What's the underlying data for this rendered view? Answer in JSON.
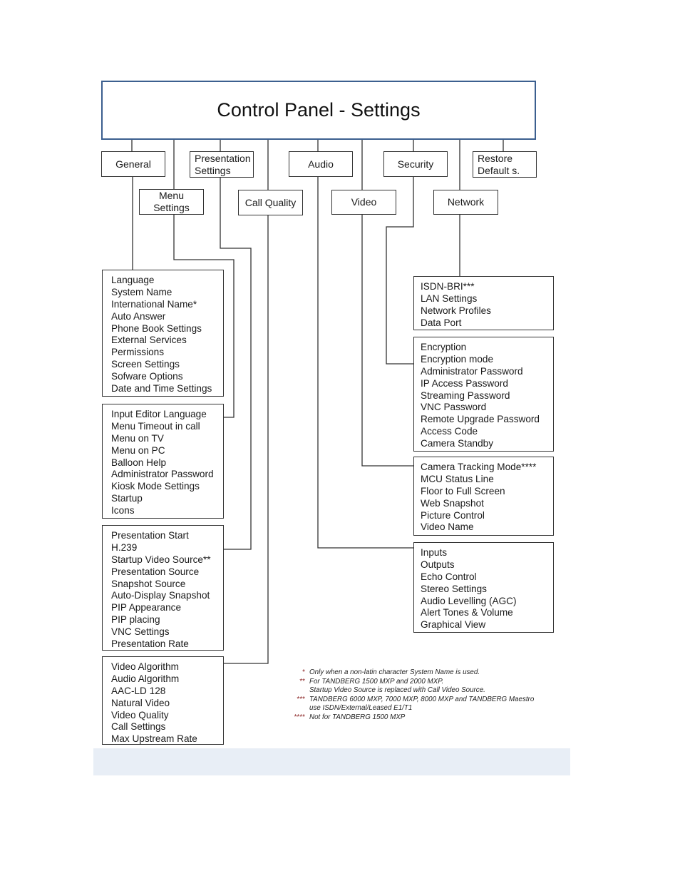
{
  "title": "Control Panel - Settings",
  "categories": {
    "general": "General",
    "presentation_settings": "Presentation Settings",
    "audio": "Audio",
    "security": "Security",
    "restore_defaults": "Restore Default s.",
    "menu_settings": "Menu Settings",
    "call_quality": "Call Quality",
    "video": "Video",
    "network": "Network"
  },
  "lists": {
    "general": [
      "Language",
      "System Name",
      "International Name*",
      "Auto Answer",
      "Phone Book Settings",
      "External Services",
      "Permissions",
      "Screen Settings",
      "Sofware Options",
      "Date and Time Settings"
    ],
    "menu_settings": [
      "Input Editor Language",
      "Menu Timeout in call",
      "Menu on TV",
      "Menu on PC",
      "Balloon Help",
      "Administrator Password",
      "Kiosk Mode Settings",
      "Startup",
      "Icons"
    ],
    "presentation": [
      "Presentation Start",
      "H.239",
      "Startup Video Source**",
      "Presentation Source",
      "Snapshot Source",
      "Auto-Display Snapshot",
      "PIP Appearance",
      "PIP placing",
      "VNC Settings",
      "Presentation Rate"
    ],
    "call_quality": [
      "Video Algorithm",
      "Audio Algorithm",
      "AAC-LD 128",
      "Natural Video",
      "Video Quality",
      "Call Settings",
      "Max Upstream Rate"
    ],
    "network": [
      "ISDN-BRI***",
      "LAN Settings",
      "Network Profiles",
      "Data Port"
    ],
    "security": [
      "Encryption",
      "Encryption mode",
      "Administrator Password",
      "IP Access Password",
      "Streaming Password",
      "VNC Password",
      "Remote Upgrade Password",
      "Access Code",
      "Camera Standby"
    ],
    "video": [
      "Camera Tracking Mode****",
      "MCU Status Line",
      "Floor to Full Screen",
      "Web Snapshot",
      "Picture Control",
      "Video Name"
    ],
    "audio": [
      "Inputs",
      "Outputs",
      "Echo Control",
      "Stereo Settings",
      "Audio Levelling (AGC)",
      "Alert Tones & Volume",
      "Graphical View"
    ]
  },
  "notes": [
    {
      "mark": "*",
      "text": "Only when a non-latin character System Name is used."
    },
    {
      "mark": "**",
      "text": "For TANDBERG 1500 MXP and 2000 MXP."
    },
    {
      "mark": "",
      "text": "Startup Video Source is replaced with Call Video Source."
    },
    {
      "mark": "***",
      "text": "TANDBERG 6000 MXP, 7000 MXP, 8000 MXP and TANDBERG Maestro"
    },
    {
      "mark": "",
      "text": "use ISDN/External/Leased E1/T1"
    },
    {
      "mark": "****",
      "text": "Not for TANDBERG 1500 MXP"
    }
  ],
  "colors": {
    "title_border": "#3c5f8f",
    "connector": "#333333",
    "footer_band": "#e8eef6"
  }
}
